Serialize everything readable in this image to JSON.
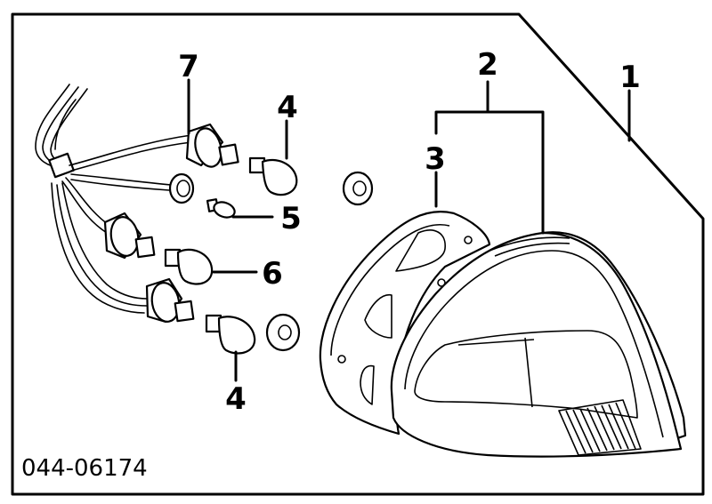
{
  "callouts": {
    "c1": "1",
    "c2": "2",
    "c3": "3",
    "c4_top": "4",
    "c4_bottom": "4",
    "c5": "5",
    "c6": "6",
    "c7": "7"
  },
  "diagram_code": "044-06174"
}
